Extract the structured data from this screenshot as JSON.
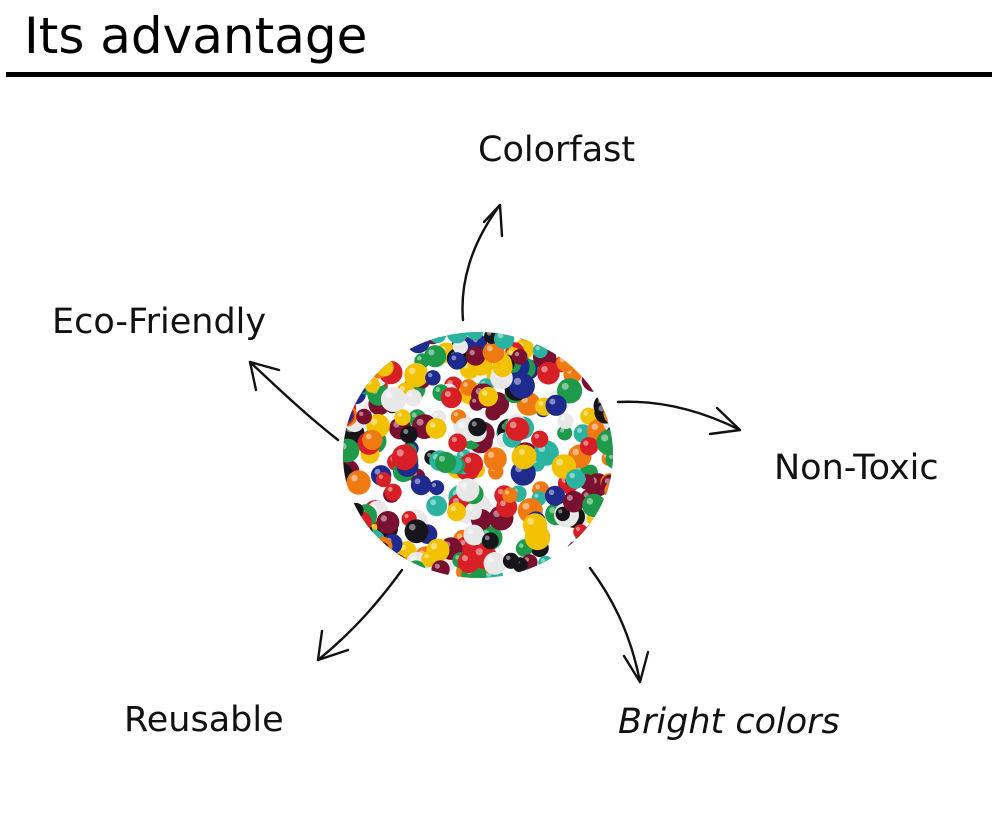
{
  "header": {
    "title": "Its advantage"
  },
  "diagram": {
    "center_image": "colorful-water-beads",
    "advantages": [
      {
        "id": "colorfast",
        "label": "Colorfast"
      },
      {
        "id": "eco-friendly",
        "label": "Eco-Friendly"
      },
      {
        "id": "non-toxic",
        "label": "Non-Toxic"
      },
      {
        "id": "reusable",
        "label": "Reusable"
      },
      {
        "id": "bright-colors",
        "label": "Bright colors"
      }
    ],
    "bead_colors": [
      "#d81f26",
      "#1f9a4a",
      "#f2c200",
      "#f07a12",
      "#1e2a8c",
      "#15151a",
      "#7a1030",
      "#2bb3a0",
      "#e8e8e8"
    ]
  }
}
